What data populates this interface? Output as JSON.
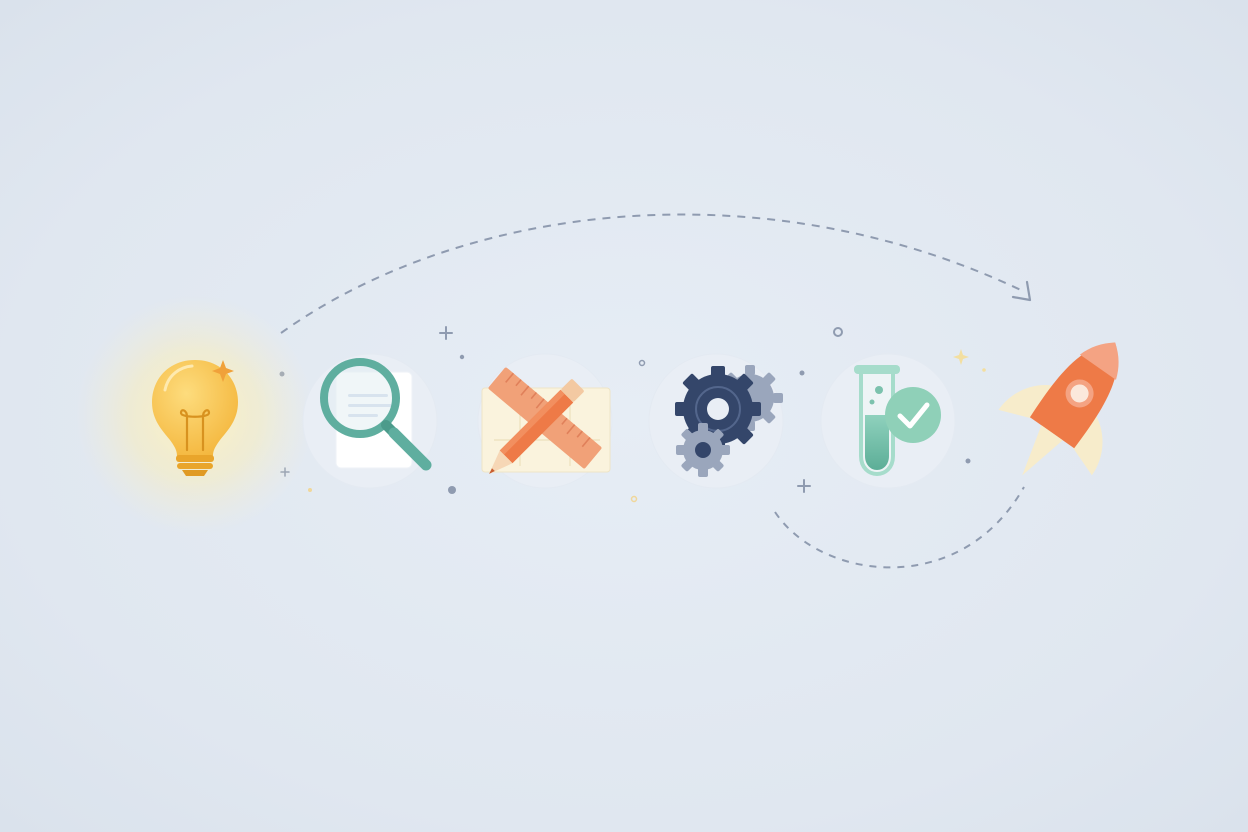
{
  "stages": [
    {
      "id": "idea",
      "icon": "lightbulb-icon"
    },
    {
      "id": "research",
      "icon": "magnifier-document-icon"
    },
    {
      "id": "design",
      "icon": "pencil-ruler-icon"
    },
    {
      "id": "development",
      "icon": "gears-icon"
    },
    {
      "id": "testing",
      "icon": "test-tube-check-icon"
    },
    {
      "id": "launch",
      "icon": "rocket-icon"
    }
  ],
  "colors": {
    "background": "#e2e9f2",
    "bulb": "#f6c04d",
    "teal": "#5fae9f",
    "orange": "#ee7a47",
    "navy": "#34466a",
    "gray_gear": "#9aa6bc",
    "mint": "#8fd0b8",
    "dashed_line": "#8f9bb0"
  }
}
